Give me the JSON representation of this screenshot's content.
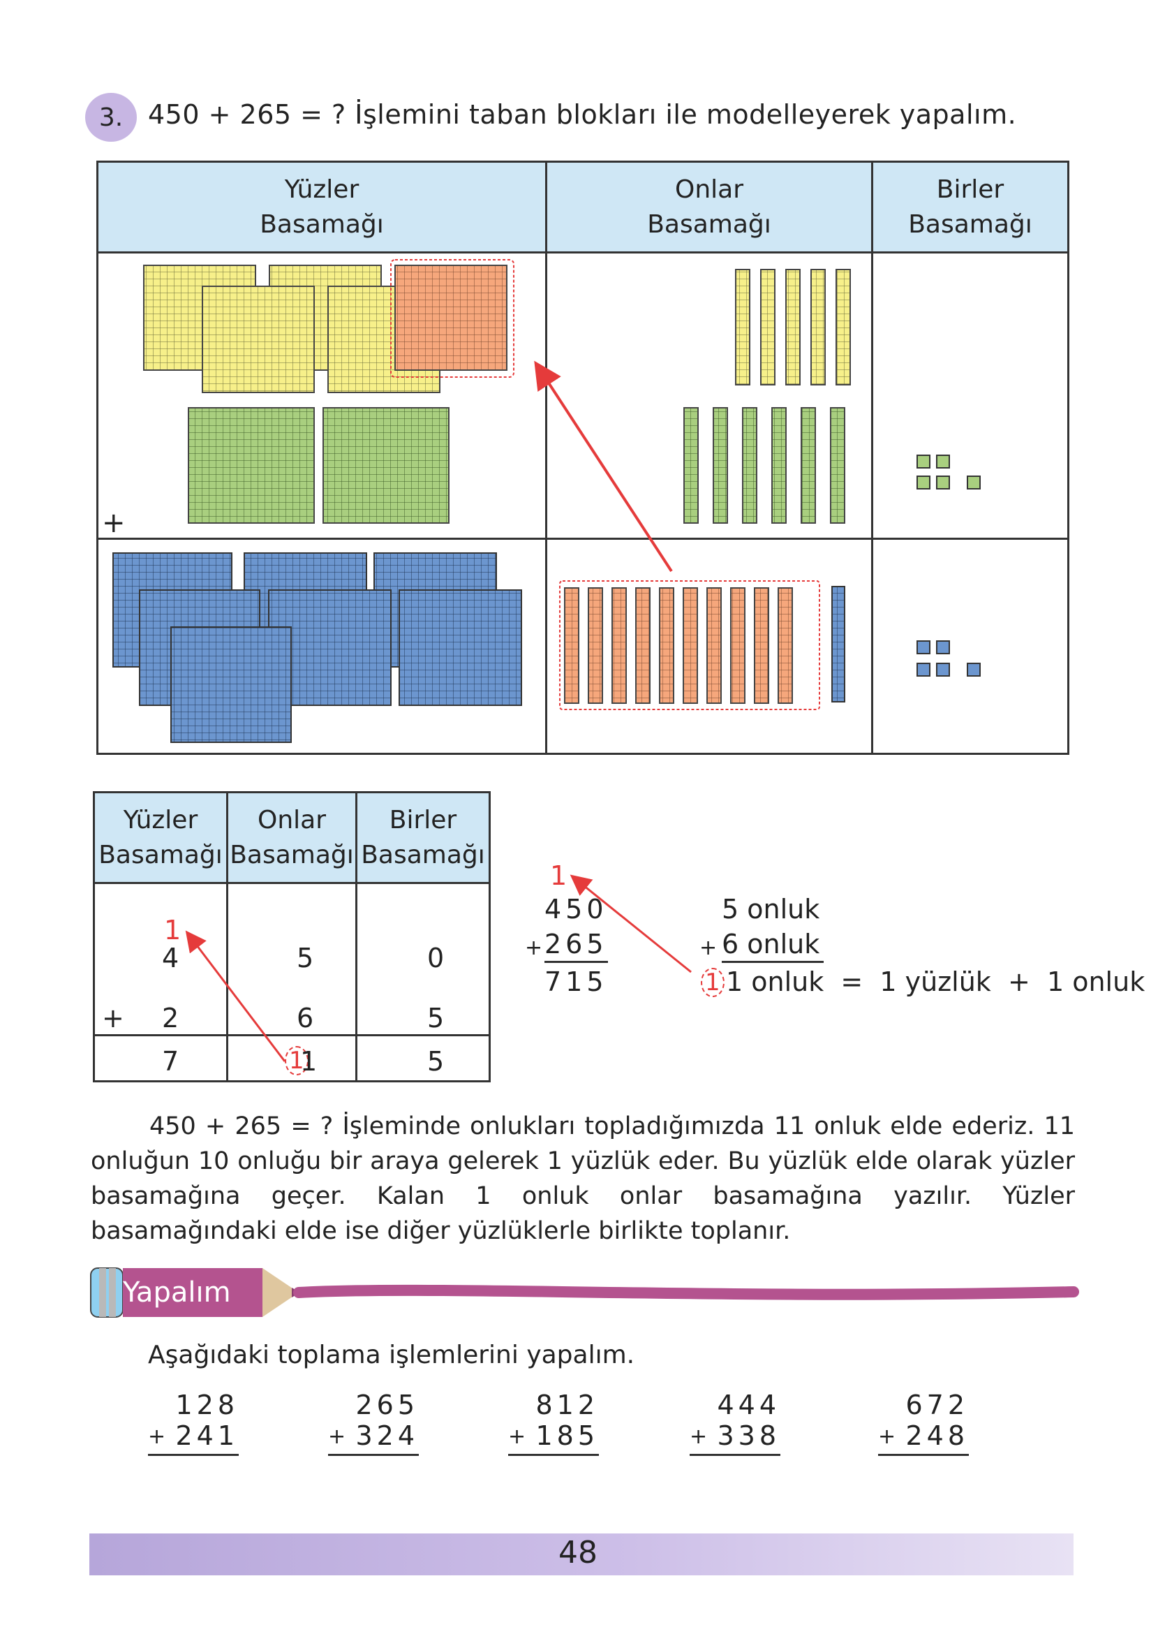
{
  "question": {
    "number": "3.",
    "text": "450 + 265 = ? İşlemini taban blokları ile modelleyerek yapalım."
  },
  "blocks_table": {
    "headers": [
      [
        "Yüzler",
        "Basamağı"
      ],
      [
        "Onlar",
        "Basamağı"
      ],
      [
        "Birler",
        "Basamağı"
      ]
    ],
    "plus_sign": "+",
    "colors": {
      "yellow": "#f7f08a",
      "orange": "#f6a77c",
      "green": "#a9cf7f",
      "blue": "#6c96cf",
      "red_arrow": "#e53b3b"
    }
  },
  "place_table": {
    "headers": [
      [
        "Yüzler",
        "Basamağı"
      ],
      [
        "Onlar",
        "Basamağı"
      ],
      [
        "Birler",
        "Basamağı"
      ]
    ],
    "carry": "1",
    "row1": [
      "4",
      "5",
      "0"
    ],
    "plus": "+",
    "row2": [
      "2",
      "6",
      "5"
    ],
    "result": [
      "7",
      "1",
      "5"
    ],
    "result_carry": "1"
  },
  "vertical_sum": {
    "carry": "1",
    "a": "450",
    "b": "265",
    "plus": "+",
    "result": "715"
  },
  "onluk": {
    "line1": "5 onluk",
    "line2": "6 onluk",
    "plus": "+",
    "carry_digit": "1",
    "line3": "1 onluk  =  1 yüzlük  +  1 onluk"
  },
  "paragraph": "450 + 265 = ? İşleminde onlukları topladığımızda 11 onluk elde ederiz. 11 onluğun 10 onluğu bir araya gelerek 1 yüzlük eder. Bu yüzlük elde olarak yüzler basamağına geçer. Kalan 1 onluk onlar basamağına yazılır. Yüzler basamağındaki elde ise diğer yüzlüklerle birlikte toplanır.",
  "yapalim": {
    "label": "Yapalım",
    "instruction": "Aşağıdaki toplama işlemlerini yapalım."
  },
  "problems": [
    {
      "a": "128",
      "b": "241"
    },
    {
      "a": "265",
      "b": "324"
    },
    {
      "a": "812",
      "b": "185"
    },
    {
      "a": "444",
      "b": "338"
    },
    {
      "a": "672",
      "b": "248"
    }
  ],
  "problem_plus": "+",
  "page_number": "48"
}
